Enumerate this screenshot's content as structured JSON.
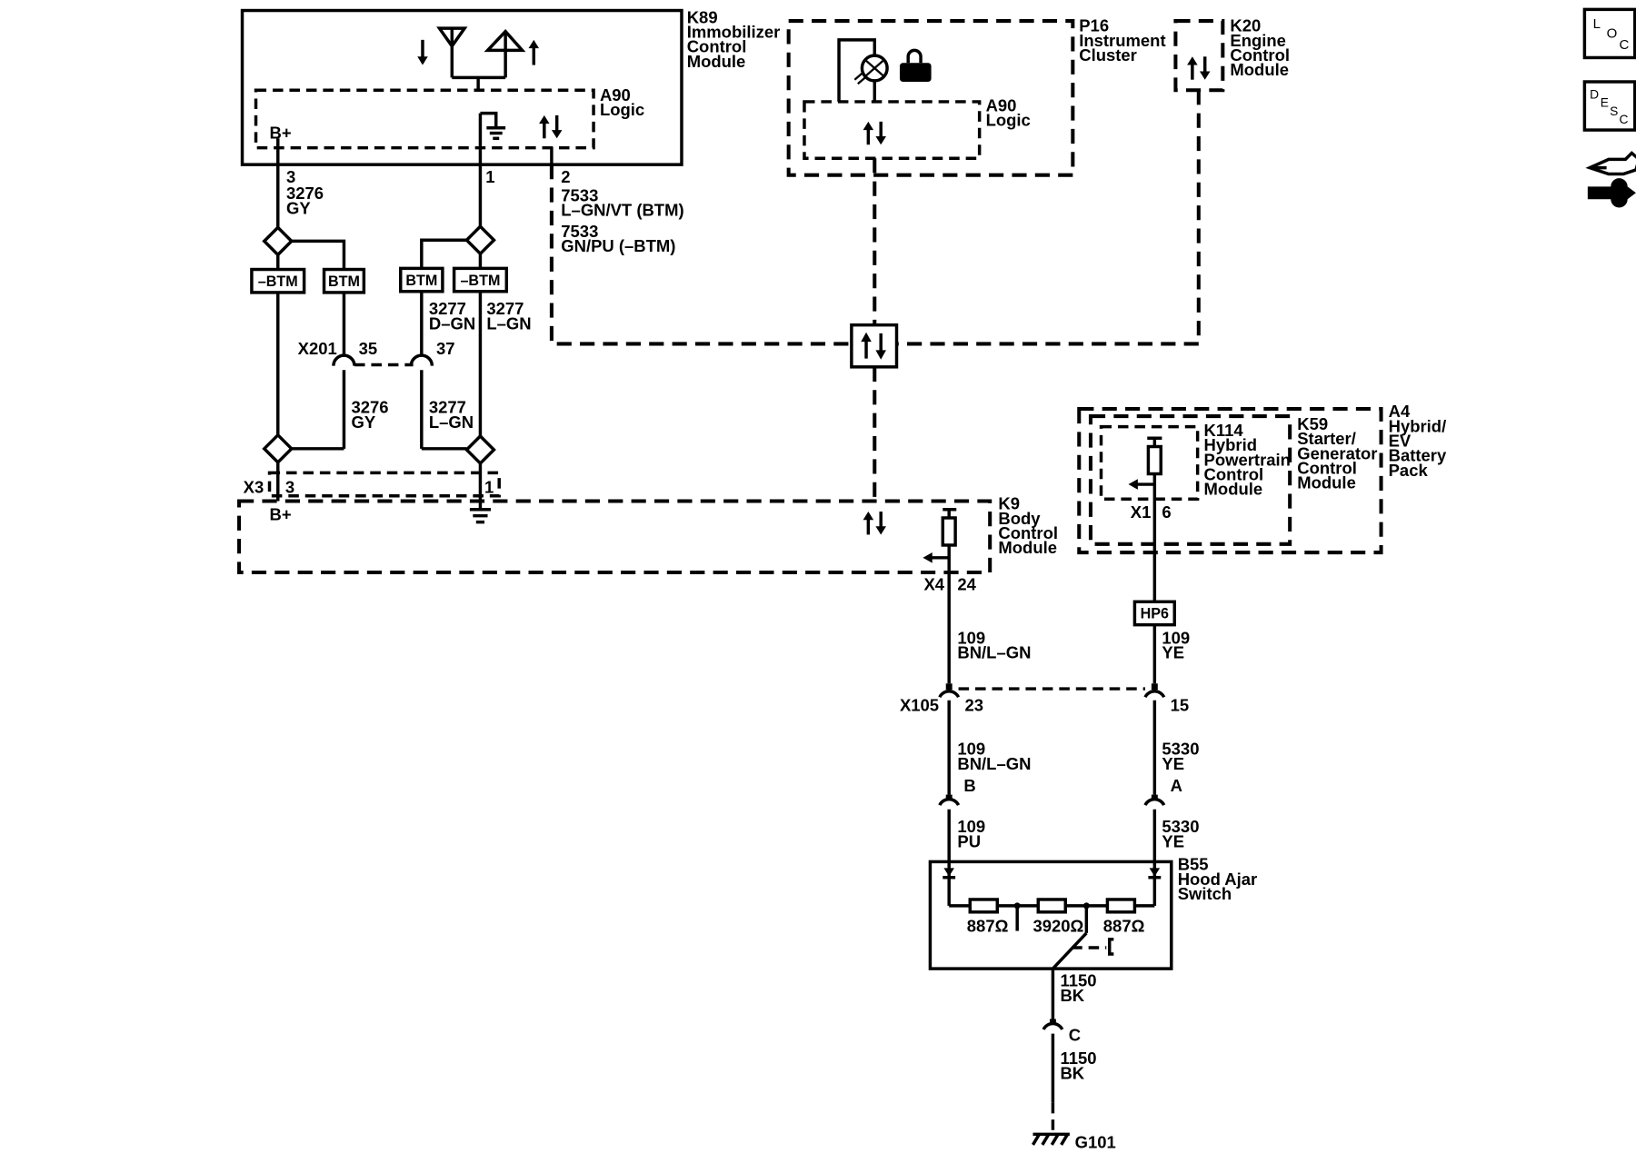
{
  "modules": {
    "k89": {
      "lines": [
        "K89",
        "Immobilizer",
        "Control",
        "Module"
      ]
    },
    "k89_logic": {
      "lines": [
        "A90",
        "Logic"
      ]
    },
    "p16": {
      "lines": [
        "P16",
        "Instrument",
        "Cluster"
      ]
    },
    "p16_logic": {
      "lines": [
        "A90",
        "Logic"
      ]
    },
    "k20": {
      "lines": [
        "K20",
        "Engine",
        "Control",
        "Module"
      ]
    },
    "k9": {
      "lines": [
        "K9",
        "Body",
        "Control",
        "Module"
      ]
    },
    "k114": {
      "lines": [
        "K114",
        "Hybrid",
        "Powertrain",
        "Control",
        "Module"
      ]
    },
    "k59": {
      "lines": [
        "K59",
        "Starter/",
        "Generator",
        "Control",
        "Module"
      ]
    },
    "a4": {
      "lines": [
        "A4",
        "Hybrid/",
        "EV",
        "Battery",
        "Pack"
      ]
    },
    "b55": {
      "lines": [
        "B55",
        "Hood Ajar",
        "Switch"
      ]
    }
  },
  "k89_pins": {
    "bplus": "B+",
    "pin3": "3",
    "pin1": "1",
    "pin2": "2"
  },
  "k89_wires": {
    "w3276_top": [
      "3276",
      "GY"
    ],
    "w7533": [
      "7533",
      "L–GN/VT (BTM)",
      "7533",
      "GN/PU (–BTM)"
    ],
    "w3277_dgn": [
      "3277",
      "D–GN"
    ],
    "w3277_lgn_top": [
      "3277",
      "L–GN"
    ],
    "w3276_mid": [
      "3276",
      "GY"
    ],
    "w3277_mid": [
      "3277",
      "L–GN"
    ]
  },
  "options": {
    "minus_btm": "–BTM",
    "btm": "BTM"
  },
  "x201": {
    "label": "X201",
    "pin35": "35",
    "pin37": "37"
  },
  "x3": {
    "label": "X3",
    "pin3": "3",
    "pin1": "1",
    "bplus": "B+"
  },
  "x4": {
    "label": "X4",
    "pin": "24"
  },
  "x1": {
    "label": "X1",
    "pin": "6"
  },
  "hp6": "HP6",
  "wires_lower": {
    "left_top": [
      "109",
      "BN/L–GN"
    ],
    "right_top": [
      "109",
      "YE"
    ],
    "left_mid": [
      "109",
      "BN/L–GN"
    ],
    "right_mid": [
      "5330",
      "YE"
    ],
    "left_bot": [
      "109",
      "PU"
    ],
    "right_bot": [
      "5330",
      "YE"
    ],
    "ground_top": [
      "1150",
      "BK"
    ],
    "ground_bot": [
      "1150",
      "BK"
    ]
  },
  "x105": {
    "label": "X105",
    "pin23": "23",
    "pin15": "15"
  },
  "b55_pins": {
    "b": "B",
    "a": "A",
    "c": "C"
  },
  "resistors": {
    "r1": "887Ω",
    "r2": "3920Ω",
    "r3": "887Ω"
  },
  "ground": "G101",
  "nav": {
    "loc": [
      "L",
      "O",
      "C"
    ],
    "desc": [
      "D",
      "E",
      "S",
      "C"
    ]
  }
}
